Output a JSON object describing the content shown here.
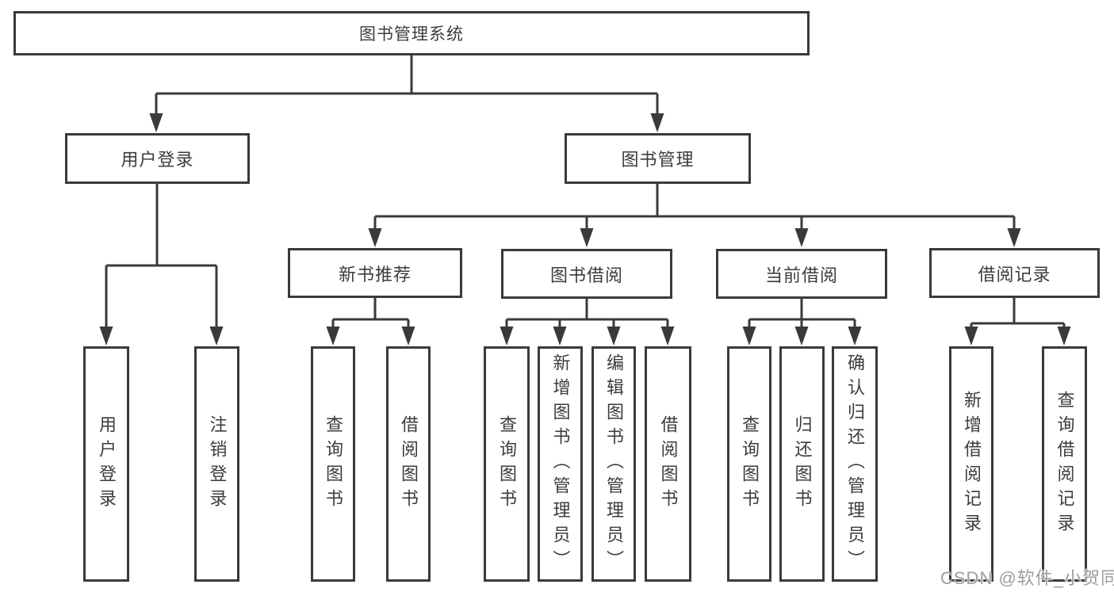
{
  "diagram_title": "图书管理系统",
  "tree": {
    "label": "图书管理系统",
    "children": [
      {
        "label": "用户登录",
        "children": [
          {
            "label": "用户登录"
          },
          {
            "label": "注销登录"
          }
        ]
      },
      {
        "label": "图书管理",
        "children": [
          {
            "label": "新书推荐",
            "children": [
              {
                "label": "查询图书"
              },
              {
                "label": "借阅图书"
              }
            ]
          },
          {
            "label": "图书借阅",
            "children": [
              {
                "label": "查询图书"
              },
              {
                "label": "新增图书（管理员）"
              },
              {
                "label": "编辑图书（管理员）"
              },
              {
                "label": "借阅图书"
              }
            ]
          },
          {
            "label": "当前借阅",
            "children": [
              {
                "label": "查询图书"
              },
              {
                "label": "归还图书"
              },
              {
                "label": "确认归还（管理员）"
              }
            ]
          },
          {
            "label": "借阅记录",
            "children": [
              {
                "label": "新增借阅记录"
              },
              {
                "label": "查询借阅记录"
              }
            ]
          }
        ]
      }
    ]
  },
  "watermark": {
    "text": "CSDN @软件_小贺同学"
  },
  "colors": {
    "background": "#ffffff",
    "line": "#3a3a3a",
    "box_border": "#3a3a3a",
    "text": "#3c3c3c",
    "watermark": "#9d9d9d"
  }
}
